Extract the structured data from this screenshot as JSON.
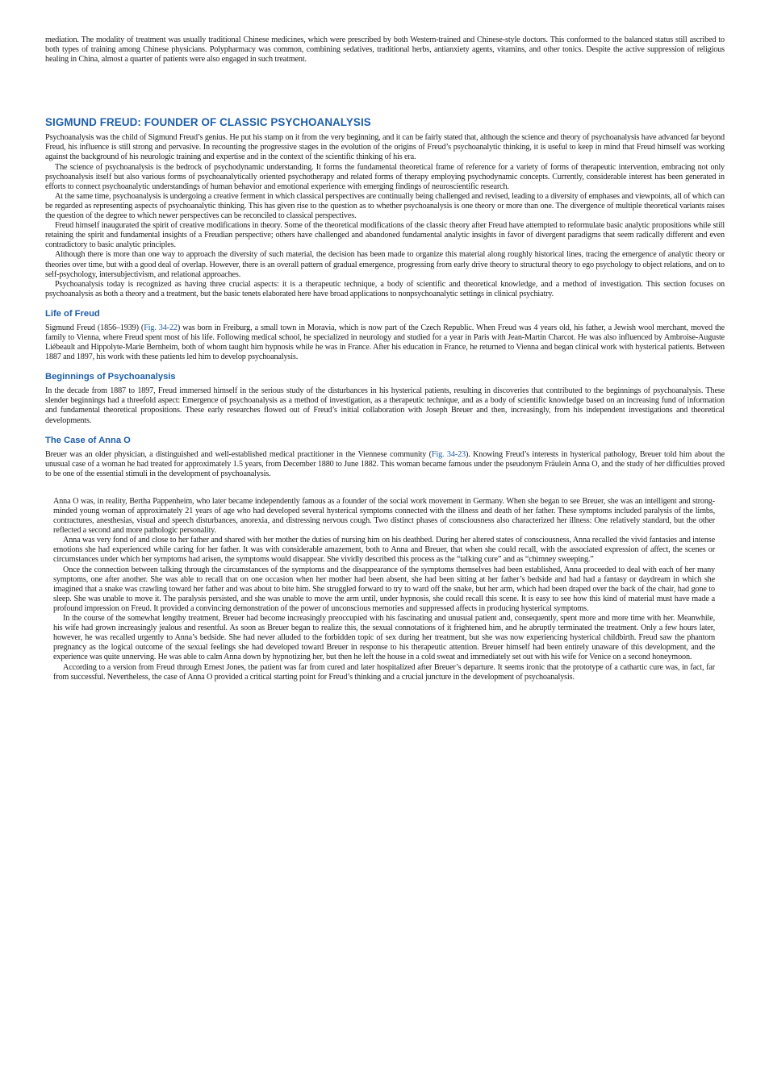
{
  "intro": {
    "p1": "mediation. The modality of treatment was usually traditional Chinese medicines, which were prescribed by both Western-trained and Chinese-style doctors. This conformed to the balanced status still ascribed to both types of training among Chinese physicians. Polypharmacy was common, combining sedatives, traditional herbs, antianxiety agents, vitamins, and other tonics. Despite the active suppression of religious healing in China, almost a quarter of patients were also engaged in such treatment."
  },
  "section": {
    "title": "SIGMUND FREUD: FOUNDER OF CLASSIC PSYCHOANALYSIS",
    "paragraphs": [
      "Psychoanalysis was the child of Sigmund Freud’s genius. He put his stamp on it from the very beginning, and it can be fairly stated that, although the science and theory of psychoanalysis have advanced far beyond Freud, his influence is still strong and pervasive. In recounting the progressive stages in the evolution of the origins of Freud’s psychoanalytic thinking, it is useful to keep in mind that Freud himself was working against the background of his neurologic training and expertise and in the context of the scientific thinking of his era.",
      "The science of psychoanalysis is the bedrock of psychodynamic understanding. It forms the fundamental theoretical frame of reference for a variety of forms of therapeutic intervention, embracing not only psychoanalysis itself but also various forms of psychoanalytically oriented psychotherapy and related forms of therapy employing psychodynamic concepts. Currently, considerable interest has been generated in efforts to connect psychoanalytic understandings of human behavior and emotional experience with emerging findings of neuroscientific research.",
      "At the same time, psychoanalysis is undergoing a creative ferment in which classical perspectives are continually being challenged and revised, leading to a diversity of emphases and viewpoints, all of which can be regarded as representing aspects of psychoanalytic thinking. This has given rise to the question as to whether psychoanalysis is one theory or more than one. The divergence of multiple theoretical variants raises the question of the degree to which newer perspectives can be reconciled to classical perspectives.",
      "Freud himself inaugurated the spirit of creative modifications in theory. Some of the theoretical modifications of the classic theory after Freud have attempted to reformulate basic analytic propositions while still retaining the spirit and fundamental insights of a Freudian perspective; others have challenged and abandoned fundamental analytic insights in favor of divergent paradigms that seem radically different and even contradictory to basic analytic principles.",
      "Although there is more than one way to approach the diversity of such material, the decision has been made to organize this material along roughly historical lines, tracing the emergence of analytic theory or theories over time, but with a good deal of overlap. However, there is an overall pattern of gradual emergence, progressing from early drive theory to structural theory to ego psychology to object relations, and on to self-psychology, intersubjectivism, and relational approaches.",
      "Psychoanalysis today is recognized as having three crucial aspects: it is a therapeutic technique, a body of scientific and theoretical knowledge, and a method of investigation. This section focuses on psychoanalysis as both a theory and a treatment, but the basic tenets elaborated here have broad applications to nonpsychoanalytic settings in clinical psychiatry."
    ]
  },
  "life": {
    "title": "Life of Freud",
    "text_before": "Sigmund Freud (1856–1939) (",
    "fig": "Fig. 34-22",
    "text_after": ") was born in Freiburg, a small town in Moravia, which is now part of the Czech Republic. When Freud was 4 years old, his father, a Jewish wool merchant, moved the family to Vienna, where Freud spent most of his life. Following medical school, he specialized in neurology and studied for a year in Paris with Jean-Martin Charcot. He was also influenced by Ambroise-Auguste Liébeault and Hippolyte-Marie Bernheim, both of whom taught him hypnosis while he was in France. After his education in France, he returned to Vienna and began clinical work with hysterical patients. Between 1887 and 1897, his work with these patients led him to develop psychoanalysis."
  },
  "beginnings": {
    "title": "Beginnings of Psychoanalysis",
    "text": "In the decade from 1887 to 1897, Freud immersed himself in the serious study of the disturbances in his hysterical patients, resulting in discoveries that contributed to the beginnings of psychoanalysis. These slender beginnings had a threefold aspect: Emergence of psychoanalysis as a method of investigation, as a therapeutic technique, and as a body of scientific knowledge based on an increasing fund of information and fundamental theoretical propositions. These early researches flowed out of Freud’s initial collaboration with Joseph Breuer and then, increasingly, from his independent investigations and theoretical developments."
  },
  "anna": {
    "title": "The Case of Anna O",
    "text_before": "Breuer was an older physician, a distinguished and well-established medical practitioner in the Viennese community (",
    "fig": "Fig. 34-23",
    "text_after": "). Knowing Freud’s interests in hysterical pathology, Breuer told him about the unusual case of a woman he had treated for approximately 1.5 years, from December 1880 to June 1882. This woman became famous under the pseudonym Fräulein Anna O, and the study of her difficulties proved to be one of the essential stimuli in the development of psychoanalysis."
  },
  "box": {
    "paragraphs": [
      "Anna O was, in reality, Bertha Pappenheim, who later became independently famous as a founder of the social work movement in Germany. When she began to see Breuer, she was an intelligent and strong-minded young woman of approximately 21 years of age who had developed several hysterical symptoms connected with the illness and death of her father. These symptoms included paralysis of the limbs, contractures, anesthesias, visual and speech disturbances, anorexia, and distressing nervous cough. Two distinct phases of consciousness also characterized her illness: One relatively standard, but the other reflected a second and more pathologic personality.",
      "Anna was very fond of and close to her father and shared with her mother the duties of nursing him on his deathbed. During her altered states of consciousness, Anna recalled the vivid fantasies and intense emotions she had experienced while caring for her father. It was with considerable amazement, both to Anna and Breuer, that when she could recall, with the associated expression of affect, the scenes or circumstances under which her symptoms had arisen, the symptoms would disappear. She vividly described this process as the “talking cure” and as “chimney sweeping.”",
      "Once the connection between talking through the circumstances of the symptoms and the disappearance of the symptoms themselves had been established, Anna proceeded to deal with each of her many symptoms, one after another. She was able to recall that on one occasion when her mother had been absent, she had been sitting at her father’s bedside and had had a fantasy or daydream in which she imagined that a snake was crawling toward her father and was about to bite him. She struggled forward to try to ward off the snake, but her arm, which had been draped over the back of the chair, had gone to sleep. She was unable to move it. The paralysis persisted, and she was unable to move the arm until, under hypnosis, she could recall this scene. It is easy to see how this kind of material must have made a profound impression on Freud. It provided a convincing demonstration of the power of unconscious memories and suppressed affects in producing hysterical symptoms.",
      "In the course of the somewhat lengthy treatment, Breuer had become increasingly preoccupied with his fascinating and unusual patient and, consequently, spent more and more time with her. Meanwhile, his wife had grown increasingly jealous and resentful. As soon as Breuer began to realize this, the sexual connotations of it frightened him, and he abruptly terminated the treatment. Only a few hours later, however, he was recalled urgently to Anna’s bedside. She had never alluded to the forbidden topic of sex during her treatment, but she was now experiencing hysterical childbirth. Freud saw the phantom pregnancy as the logical outcome of the sexual feelings she had developed toward Breuer in response to his therapeutic attention. Breuer himself had been entirely unaware of this development, and the experience was quite unnerving. He was able to calm Anna down by hypnotizing her, but then he left the house in a cold sweat and immediately set out with his wife for Venice on a second honeymoon.",
      "According to a version from Freud through Ernest Jones, the patient was far from cured and later hospitalized after Breuer’s departure. It seems ironic that the prototype of a cathartic cure was, in fact, far from successful. Nevertheless, the case of Anna O provided a critical starting point for Freud’s thinking and a crucial juncture in the development of psychoanalysis."
    ]
  },
  "colors": {
    "heading": "#1f5fa8",
    "link": "#1f5fa8",
    "text": "#1a1a1a"
  }
}
